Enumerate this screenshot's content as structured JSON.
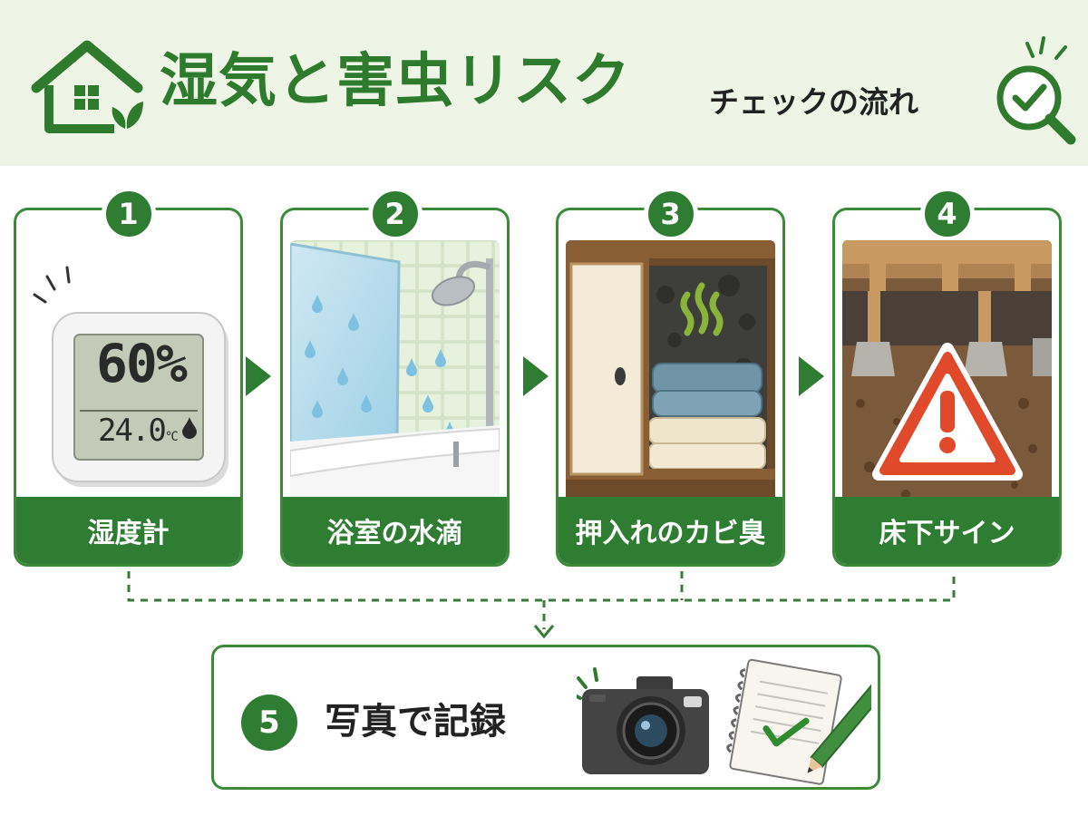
{
  "header": {
    "title": "湿気と害虫リスク",
    "subtitle": "チェックの流れ"
  },
  "steps": [
    {
      "number": "1",
      "label": "湿度計",
      "display_humidity": "60%",
      "display_temp": "24.0",
      "display_unit": "°C"
    },
    {
      "number": "2",
      "label": "浴室の水滴"
    },
    {
      "number": "3",
      "label": "押入れのカビ臭"
    },
    {
      "number": "4",
      "label": "床下サイン"
    }
  ],
  "final_step": {
    "number": "5",
    "label": "写真で記録"
  },
  "colors": {
    "primary": "#2f7d32",
    "header_bg": "#eff5e6",
    "warning": "#e04a2a"
  },
  "icons": [
    "house-icon",
    "magnifier-check-icon",
    "thermo-hygrometer-icon",
    "shower-icon",
    "mold-odor-icon",
    "warning-icon",
    "camera-icon",
    "notebook-icon"
  ]
}
